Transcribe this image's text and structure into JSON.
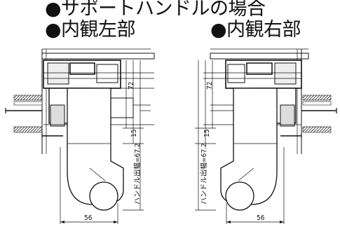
{
  "heading": "●サポートハンドルの場合",
  "views": {
    "left": {
      "label": "●内観左部"
    },
    "right": {
      "label": "●内観右部"
    }
  },
  "dimensions": {
    "dim_72": "72",
    "dim_15": "15",
    "handle_projection": "ハンドル出幅=67.2",
    "width_56": "56"
  }
}
